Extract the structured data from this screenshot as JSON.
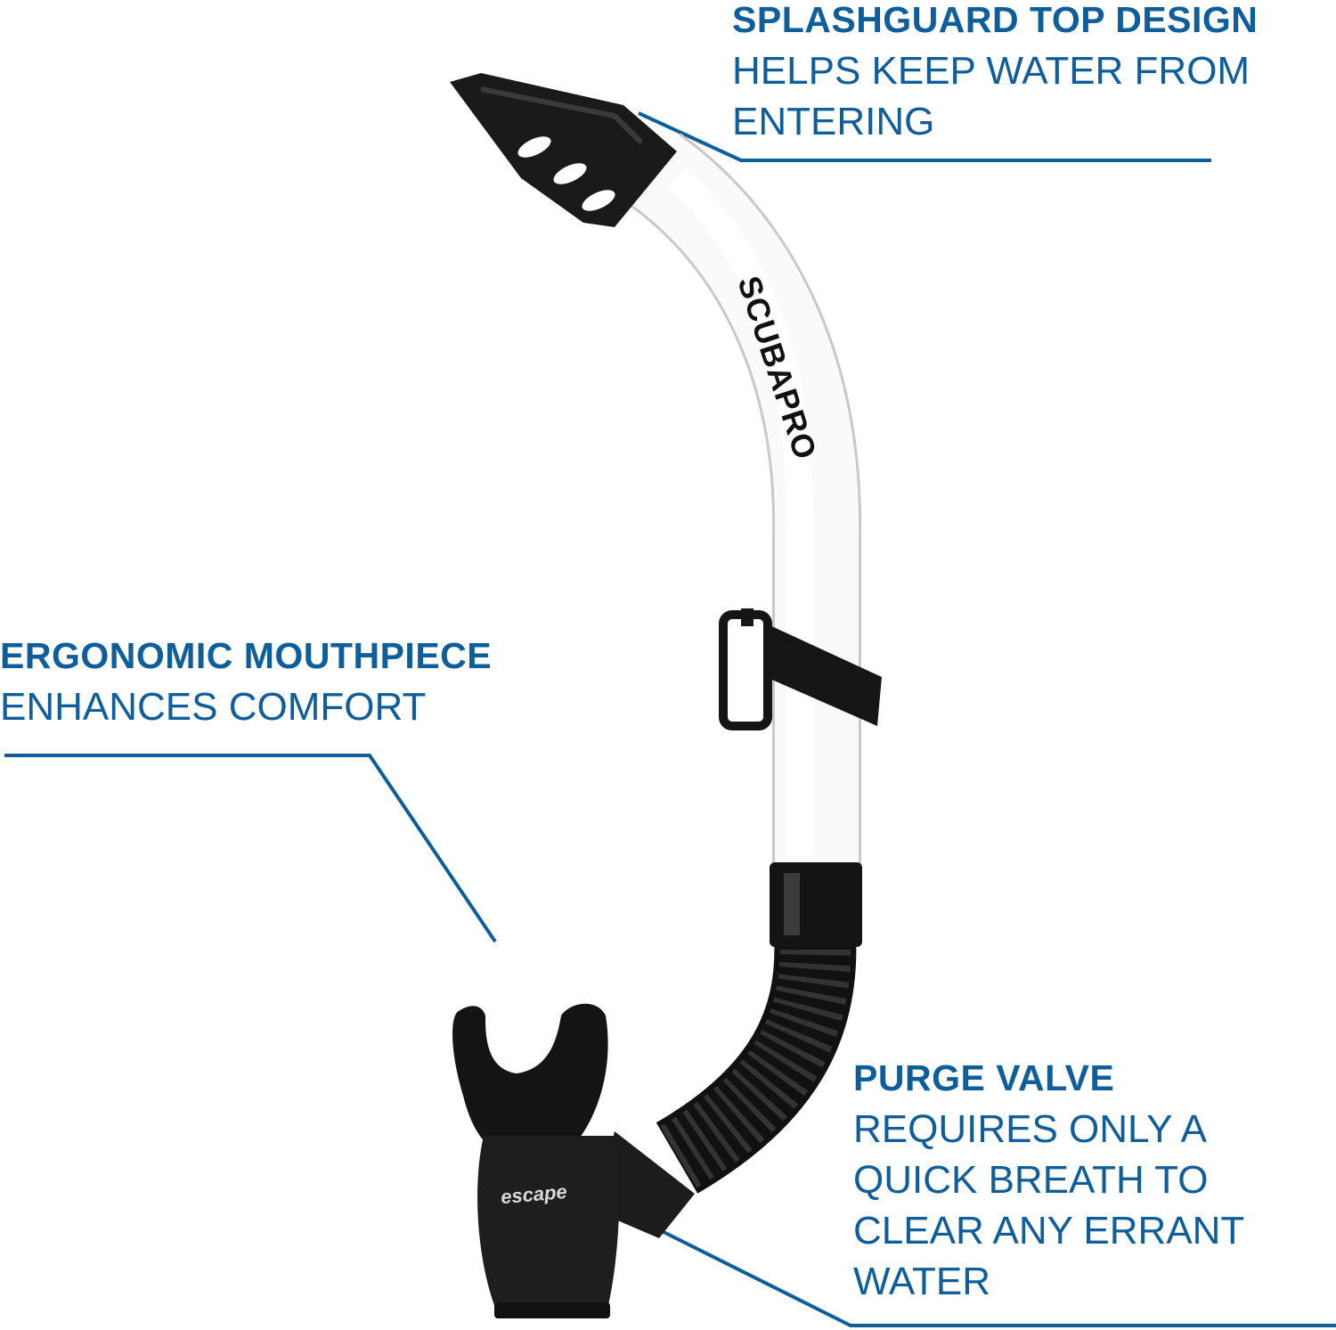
{
  "colors": {
    "accent": "#0f5e9c",
    "product_tube": "#ffffff",
    "product_black": "#151515"
  },
  "product": {
    "brand_mark": "SCUBAPRO",
    "model_mark": "escape"
  },
  "callouts": {
    "top": {
      "title": "SPLASHGUARD TOP DESIGN",
      "lines": [
        "HELPS KEEP WATER FROM",
        "ENTERING"
      ]
    },
    "left": {
      "title": "ERGONOMIC MOUTHPIECE",
      "lines": [
        "ENHANCES COMFORT"
      ]
    },
    "bottom": {
      "title": "PURGE VALVE",
      "lines": [
        "REQUIRES ONLY A",
        "QUICK BREATH TO",
        "CLEAR ANY ERRANT",
        "WATER"
      ]
    }
  }
}
